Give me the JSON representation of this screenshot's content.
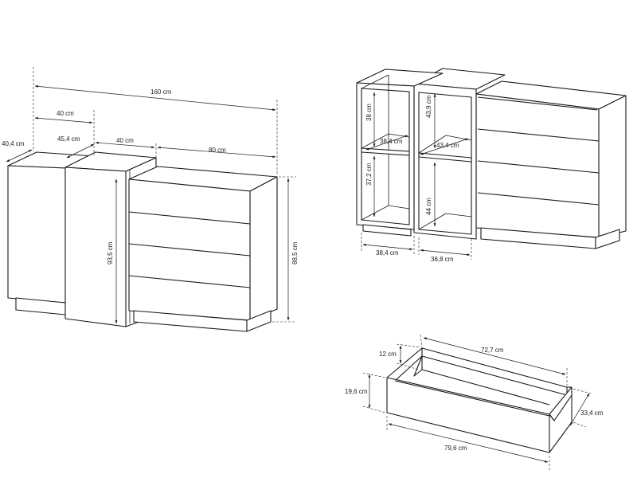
{
  "diagram": {
    "labels": {
      "total_width": "160 cm",
      "left_depth": "40 cm",
      "side_depth": "40,4 cm",
      "middle_depth": "45,4 cm",
      "middle_width": "40 cm",
      "chest_width": "80 cm",
      "middle_height": "93,5 cm",
      "chest_height": "88,5 cm",
      "shelf_upper_left": "38 cm",
      "shelf_lower_left": "37,2 cm",
      "shelf_upper_right": "43,9 cm",
      "shelf_lower_right": "44 cm",
      "shelf_depth_left": "38,4 cm",
      "shelf_depth_right": "43,4 cm",
      "inner_width_left": "38,4 cm",
      "inner_width_right": "36,8 cm",
      "drawer_inner_height": "12 cm",
      "drawer_front_height": "19,6 cm",
      "drawer_inner_width": "72,7 cm",
      "drawer_depth": "33,4 cm",
      "drawer_front_width": "79,6 cm"
    }
  }
}
